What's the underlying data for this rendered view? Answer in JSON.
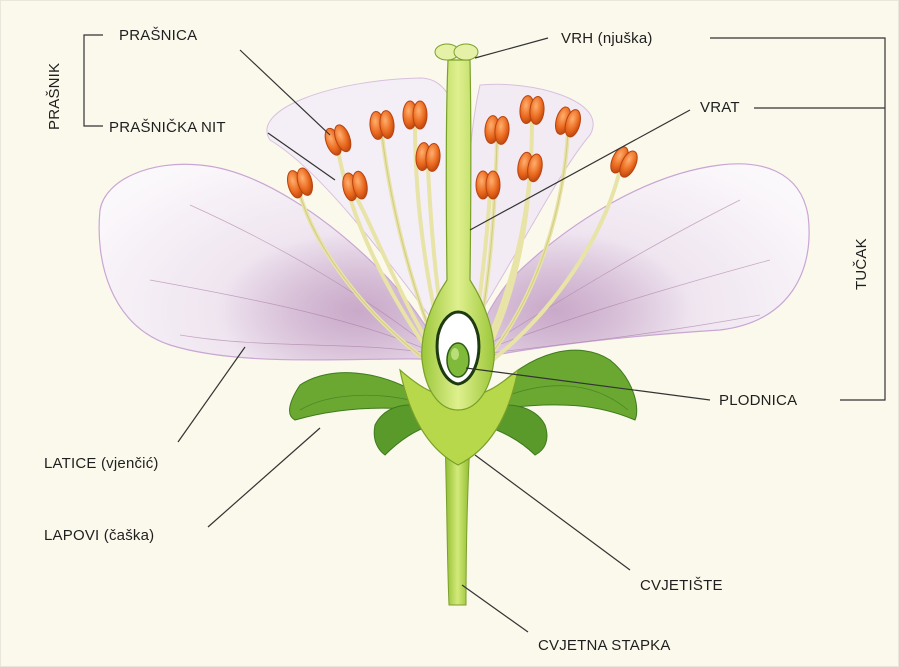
{
  "labels": {
    "prasnik": "PRAŠNIK",
    "prasnica": "PRAŠNICA",
    "prasnicka_nit": "PRAŠNIČKA NIT",
    "vrh": "VRH (njuška)",
    "vrat": "VRAT",
    "tucak": "TUČAK",
    "plodnica": "PLODNICA",
    "latice": "LATICE (vjenčić)",
    "lapovi": "LAPOVI (čaška)",
    "cvjetiste": "CVJETIŠTE",
    "cvjetna_stapka": "CVJETNA STAPKA"
  },
  "colors": {
    "background": "#fbf9ec",
    "petal": "#f4eef6",
    "petal_edge": "#c9a6d4",
    "petal_vein": "#a6779f",
    "stem": "#b6d84a",
    "stem_dark": "#7aa02a",
    "sepal": "#6aa832",
    "sepal_dark": "#3f7a1e",
    "filament": "#e8e3a6",
    "anther": "#e86a1f",
    "anther_dark": "#b84310",
    "leader_line": "#333333",
    "text": "#1f1f1f"
  }
}
